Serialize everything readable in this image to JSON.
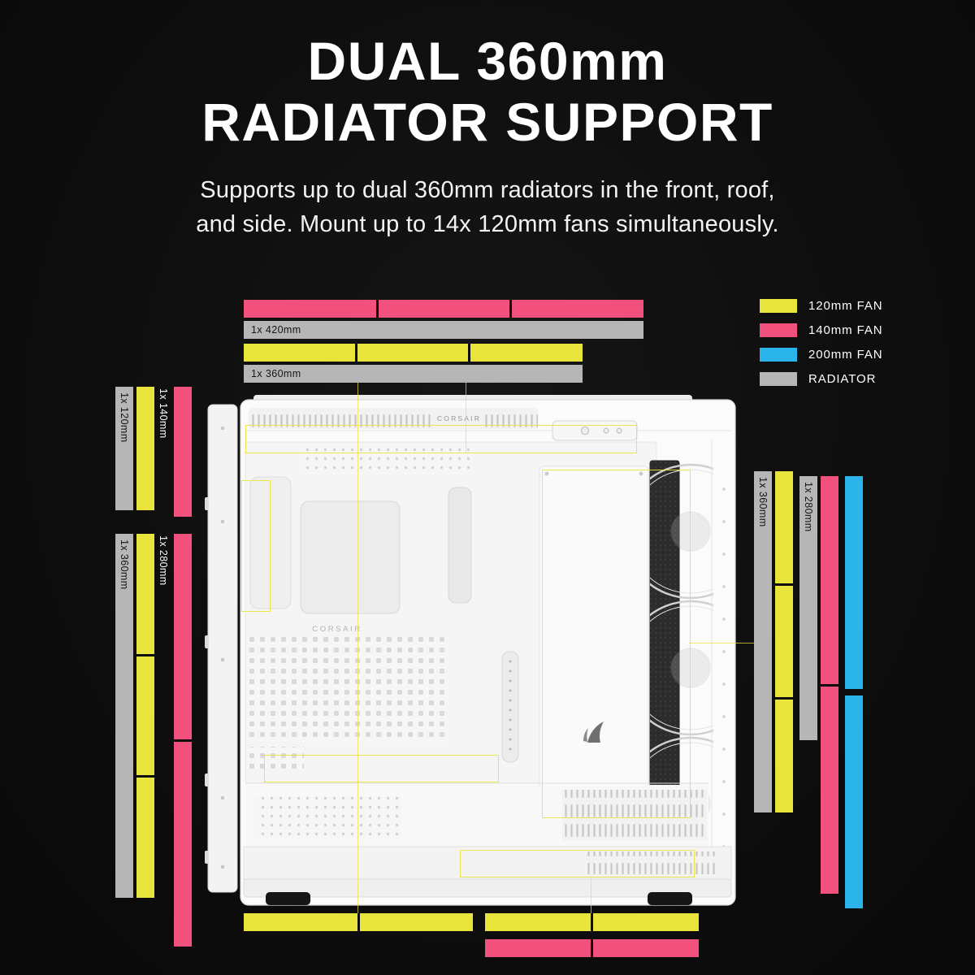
{
  "header": {
    "title_line1": "DUAL 360mm",
    "title_line2": "RADIATOR SUPPORT",
    "subtitle_line1": "Supports up to dual 360mm radiators in the front, roof,",
    "subtitle_line2": "and side. Mount up to 14x 120mm fans simultaneously."
  },
  "colors": {
    "fan120": "#e8e43c",
    "fan140": "#f2517e",
    "fan200": "#2ab4e9",
    "radiator": "#b6b6b7",
    "background": "#0e0e0e",
    "accent": "#e6e23c"
  },
  "legend": {
    "items": [
      {
        "name": "fan-120mm-swatch",
        "label": "120mm FAN",
        "color_key": "fan120"
      },
      {
        "name": "fan-140mm-swatch",
        "label": "140mm FAN",
        "color_key": "fan140"
      },
      {
        "name": "fan-200mm-swatch",
        "label": "200mm FAN",
        "color_key": "fan200"
      },
      {
        "name": "radiator-swatch",
        "label": "RADIATOR",
        "color_key": "radiator"
      }
    ]
  },
  "bars": {
    "top_fan_140": {
      "color_key": "fan140",
      "segments": 3
    },
    "top_rad_420": {
      "color_key": "radiator",
      "segments": 1,
      "label": "1x 420mm"
    },
    "top_fan_120": {
      "color_key": "fan120",
      "segments": 3
    },
    "top_rad_360": {
      "color_key": "radiator",
      "segments": 1,
      "label": "1x 360mm"
    },
    "front_top_rad_120": {
      "color_key": "radiator",
      "segments": 1,
      "label": "1x 120mm"
    },
    "front_top_fan_120": {
      "color_key": "fan120",
      "segments": 1
    },
    "front_top_fan_140": {
      "color_key": "fan140",
      "segments": 1,
      "label": "1x 140mm",
      "label_beside": true
    },
    "front_rad_360": {
      "color_key": "radiator",
      "segments": 1,
      "label": "1x 360mm"
    },
    "front_fan_120": {
      "color_key": "fan120",
      "segments": 3
    },
    "front_fan_140": {
      "color_key": "fan140",
      "segments": 2,
      "label": "1x 280mm",
      "label_beside": true
    },
    "side_rad_360": {
      "color_key": "radiator",
      "segments": 1,
      "label": "1x 360mm"
    },
    "side_fan_120": {
      "color_key": "fan120",
      "segments": 3
    },
    "side_rad_280": {
      "color_key": "radiator",
      "segments": 1,
      "label": "1x 280mm"
    },
    "side_fan_140": {
      "color_key": "fan140",
      "segments": 2
    },
    "side_fan_200_upper": {
      "color_key": "fan200",
      "segments": 1
    },
    "side_fan_200_lower": {
      "color_key": "fan200",
      "segments": 1
    },
    "bottom_fan_120_left": {
      "color_key": "fan120",
      "segments": 2
    },
    "bottom_fan_120_right": {
      "color_key": "fan120",
      "segments": 2
    },
    "bottom_fan_140": {
      "color_key": "fan140",
      "segments": 2
    }
  },
  "case": {
    "brand": "CORSAIR"
  }
}
